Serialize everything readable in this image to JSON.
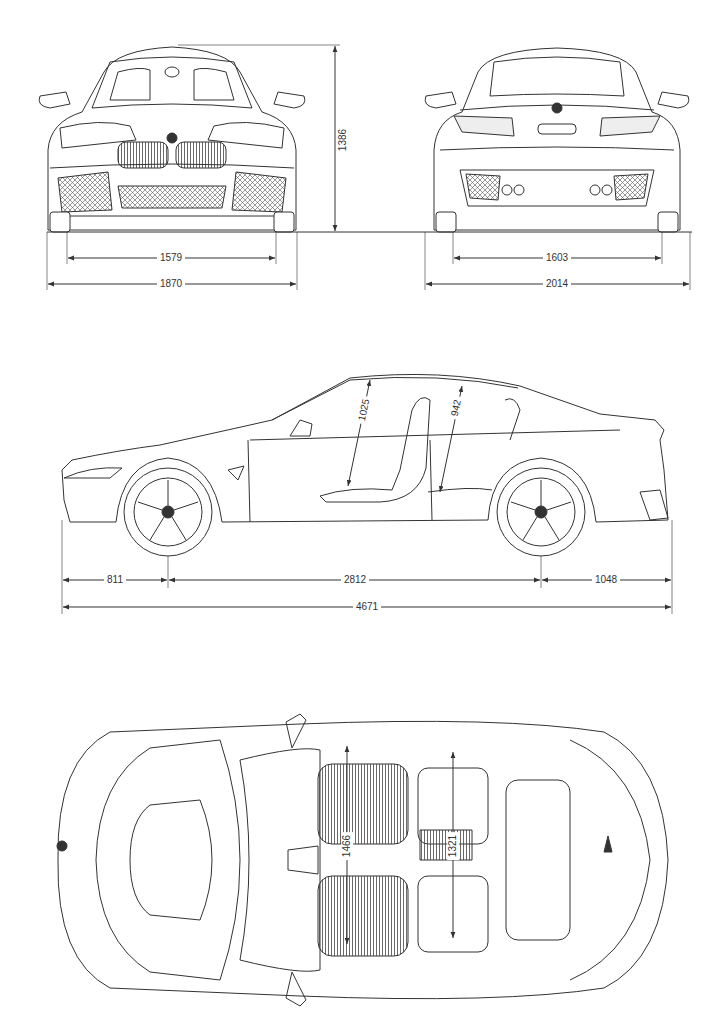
{
  "diagram": {
    "labels": [
      "1386",
      "1579",
      "1870",
      "1603",
      "2014",
      "1025",
      "942",
      "811",
      "2812",
      "1048",
      "4671",
      "1466",
      "1321"
    ]
  }
}
